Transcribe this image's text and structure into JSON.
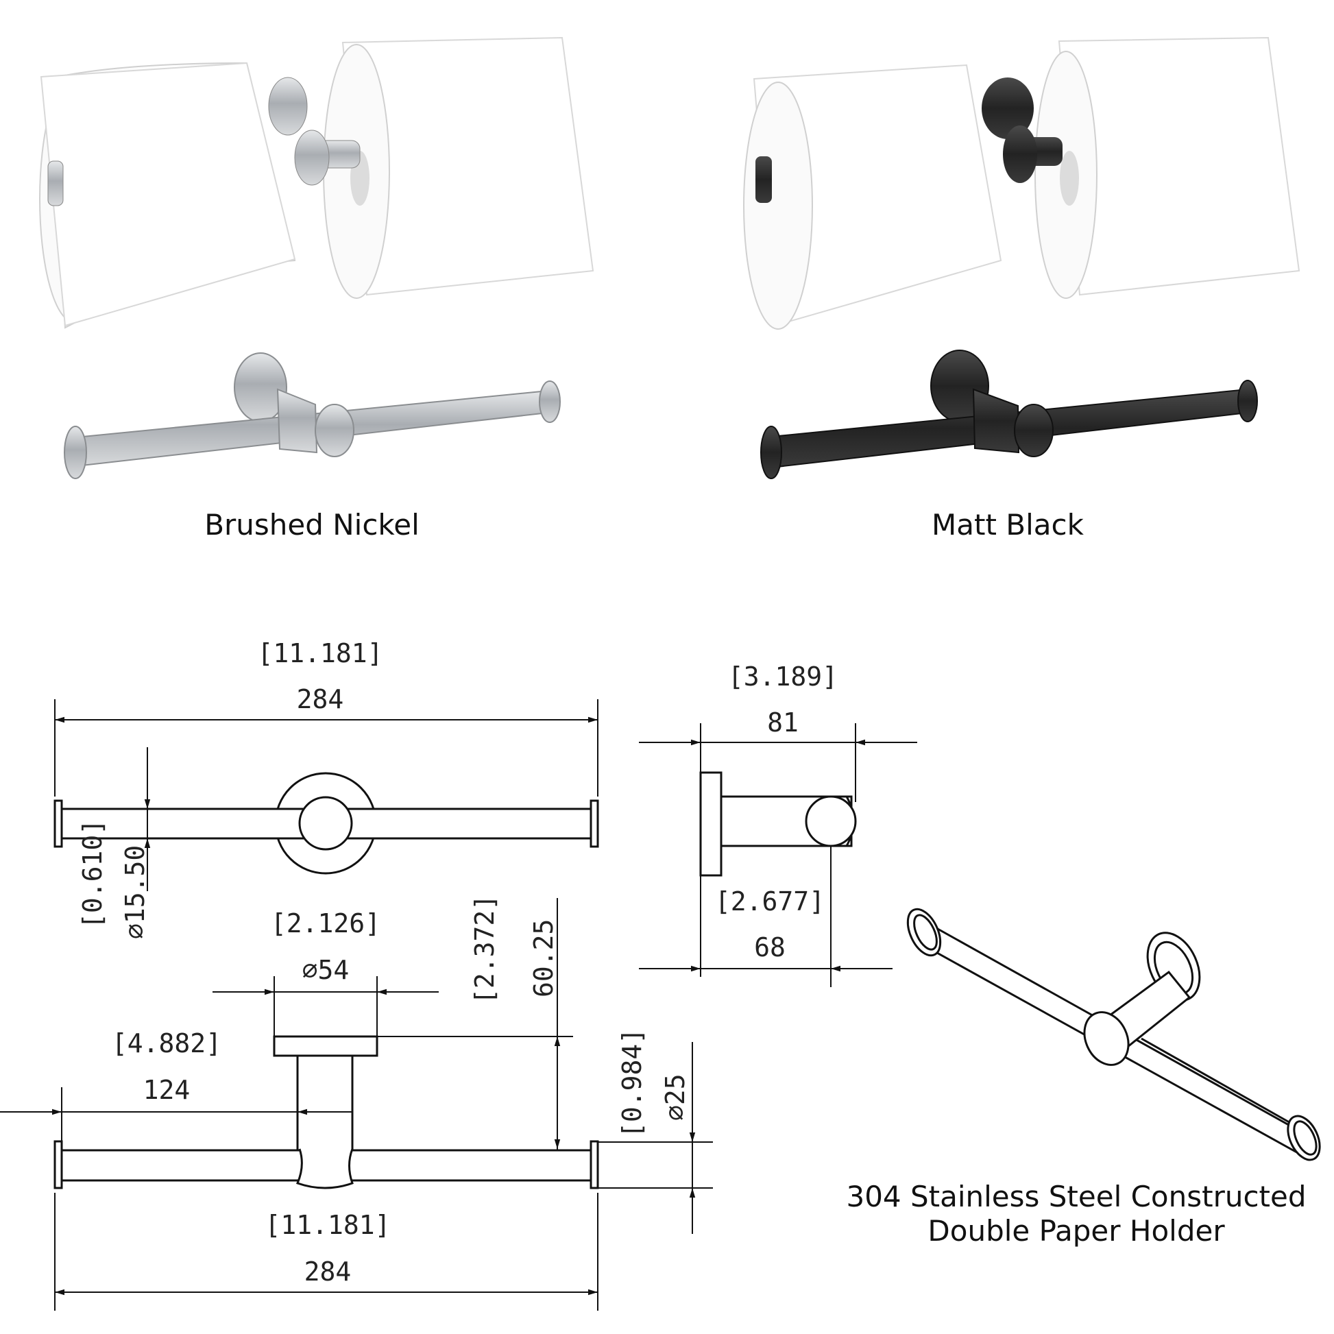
{
  "finishes": [
    {
      "label": "Brushed Nickel",
      "color": "#b9bcbf"
    },
    {
      "label": "Matt Black",
      "color": "#2b2b2b"
    }
  ],
  "front_view": {
    "overall": {
      "imperial": "[11.181]",
      "metric": "284"
    },
    "rod_dia": {
      "imperial": "[0.610]",
      "metric": "⌀15.50"
    }
  },
  "side_view": {
    "depth": {
      "imperial": "[3.189]",
      "metric": "81"
    },
    "rod_offset": {
      "imperial": "[2.677]",
      "metric": "68"
    }
  },
  "top_view": {
    "plate_dia": {
      "imperial": "[2.126]",
      "metric": "⌀54"
    },
    "projection": {
      "imperial": "[2.372]",
      "metric": "60.25"
    },
    "half_length": {
      "imperial": "[4.882]",
      "metric": "124"
    },
    "end_cap_dia": {
      "imperial": "[0.984]",
      "metric": "⌀25"
    },
    "overall": {
      "imperial": "[11.181]",
      "metric": "284"
    }
  },
  "product_caption": {
    "line1": "304 Stainless Steel Constructed",
    "line2": "Double Paper Holder"
  }
}
